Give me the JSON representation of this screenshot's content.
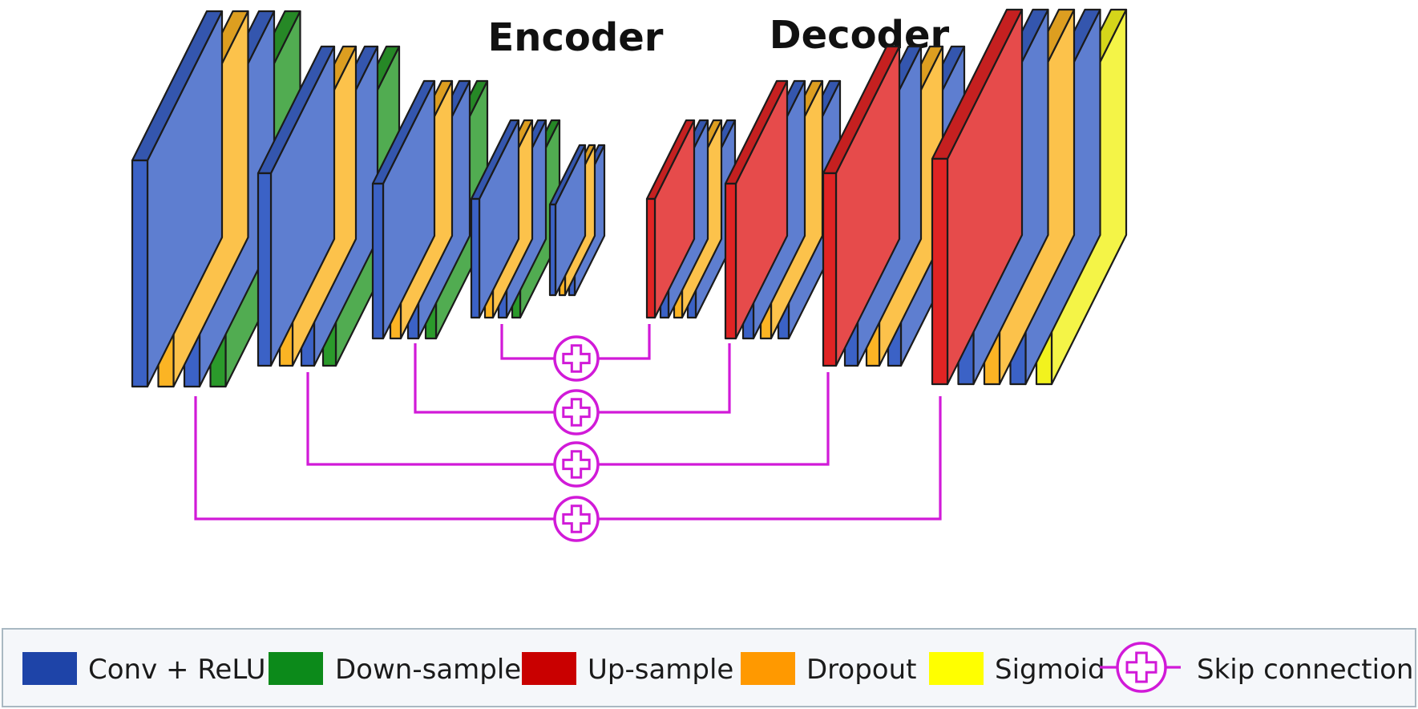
{
  "titles": {
    "encoder": "Encoder",
    "decoder": "Decoder"
  },
  "colors": {
    "conv": "#3b62c6",
    "down": "#2b9a2b",
    "up": "#e02424",
    "dropout": "#fbb424",
    "sigmoid": "#f2f21e",
    "skip": "#d11ad8"
  },
  "legend": {
    "items": [
      {
        "label": "Conv + ReLU",
        "color": "#1e44a8"
      },
      {
        "label": "Down-sample",
        "color": "#0c8a1a"
      },
      {
        "label": "Up-sample",
        "color": "#c90000"
      },
      {
        "label": "Dropout",
        "color": "#ff9900"
      },
      {
        "label": "Sigmoid",
        "color": "#ffff00"
      }
    ],
    "skip_label": "Skip connection",
    "skip_icon": "circle-plus-icon"
  },
  "network": {
    "encoder_blocks": [
      {
        "name": "encoder-block-1",
        "layers": [
          "conv",
          "dropout",
          "conv",
          "down"
        ]
      },
      {
        "name": "encoder-block-2",
        "layers": [
          "conv",
          "dropout",
          "conv",
          "down"
        ]
      },
      {
        "name": "encoder-block-3",
        "layers": [
          "conv",
          "dropout",
          "conv",
          "down"
        ]
      },
      {
        "name": "encoder-block-4",
        "layers": [
          "conv",
          "dropout",
          "conv",
          "down"
        ]
      },
      {
        "name": "bottleneck-block",
        "layers": [
          "conv",
          "dropout",
          "conv"
        ]
      }
    ],
    "decoder_blocks": [
      {
        "name": "decoder-block-1",
        "layers": [
          "up",
          "conv",
          "dropout",
          "conv"
        ]
      },
      {
        "name": "decoder-block-2",
        "layers": [
          "up",
          "conv",
          "dropout",
          "conv"
        ]
      },
      {
        "name": "decoder-block-3",
        "layers": [
          "up",
          "conv",
          "dropout",
          "conv"
        ]
      },
      {
        "name": "decoder-block-4",
        "layers": [
          "up",
          "conv",
          "dropout",
          "conv",
          "sigmoid"
        ]
      }
    ],
    "skip_connections": [
      {
        "from": "encoder-block-4",
        "to": "decoder-block-1"
      },
      {
        "from": "encoder-block-3",
        "to": "decoder-block-2"
      },
      {
        "from": "encoder-block-2",
        "to": "decoder-block-3"
      },
      {
        "from": "encoder-block-1",
        "to": "decoder-block-4"
      }
    ]
  }
}
